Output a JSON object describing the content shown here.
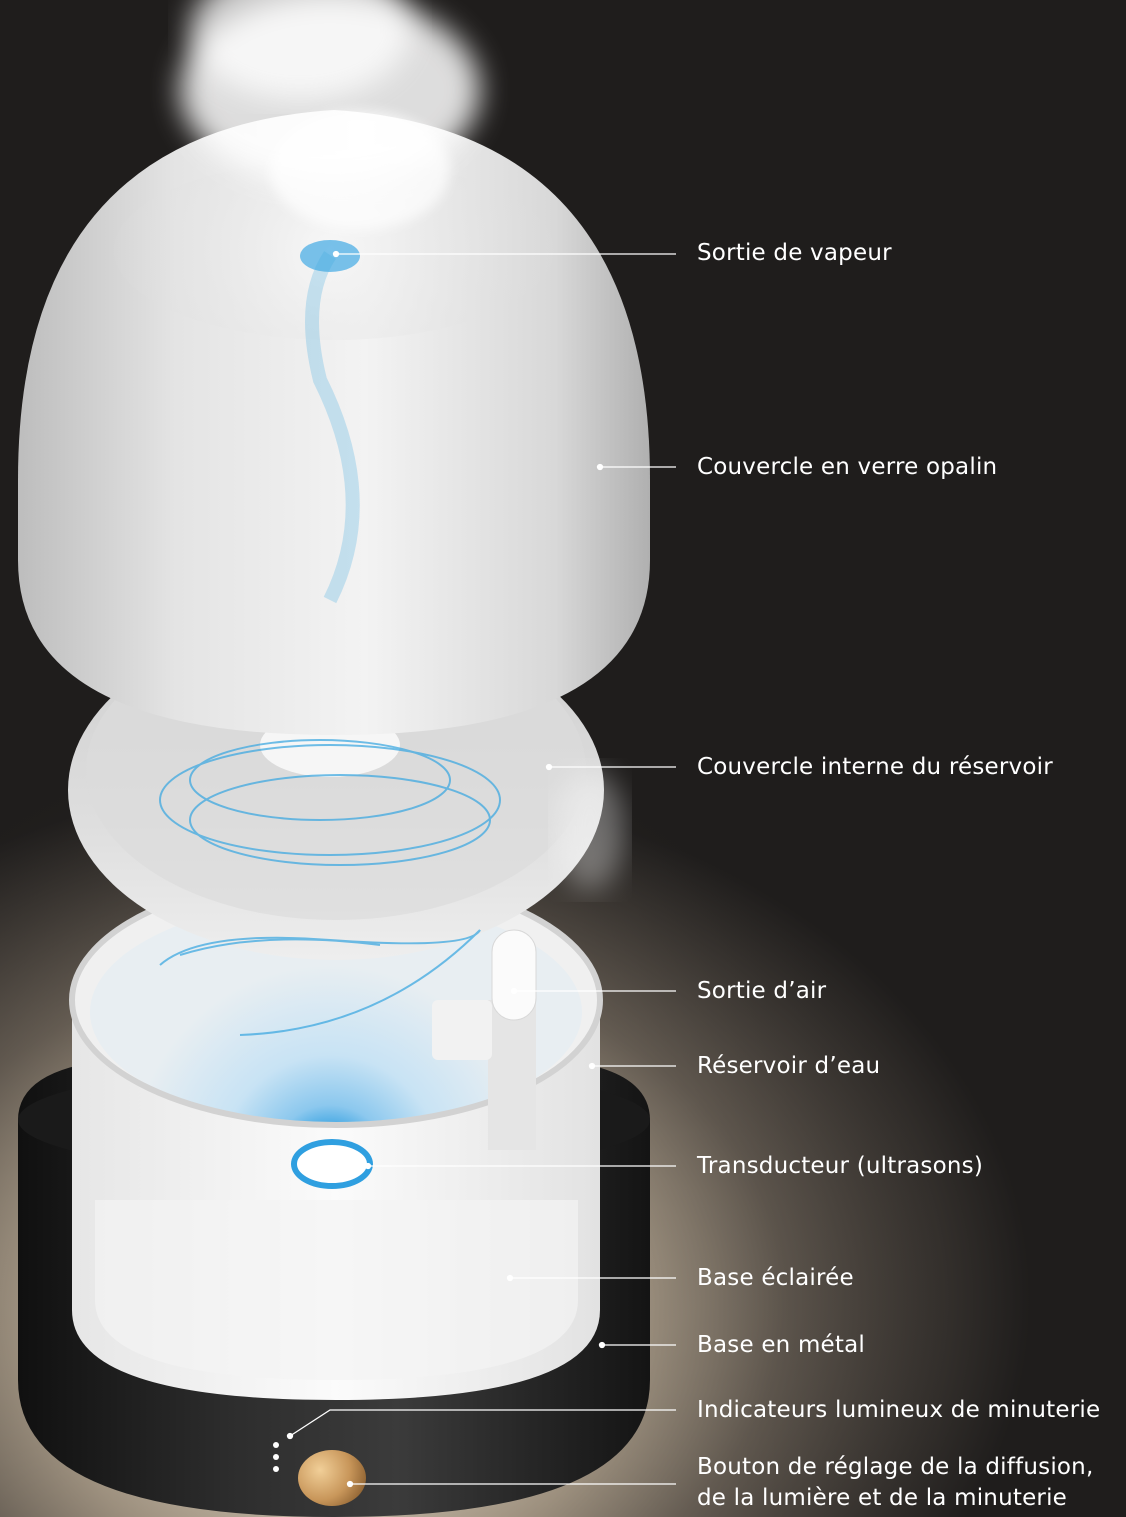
{
  "labels": {
    "steam_outlet": "Sortie de vapeur",
    "opal_glass_cover": "Couvercle en verre opalin",
    "inner_tank_lid": "Couvercle interne du réservoir",
    "air_outlet": "Sortie d’air",
    "water_tank": "Réservoir d’eau",
    "transducer": "Transducteur (ultrasons)",
    "lit_base": "Base éclairée",
    "metal_base": "Base en métal",
    "timer_lights": "Indicateurs lumineux de minuterie",
    "control_button_line1": "Bouton de réglage de la diffusion,",
    "control_button_line2": "de la lumière et de la minuterie"
  },
  "colors": {
    "background": "#1c1b1b",
    "glow": "#e9dfd0",
    "mist_blue": "#3fa9e0",
    "label_text": "#ffffff",
    "leader_line": "#ffffff",
    "metal_base": "#242424",
    "button_gold": "#c8965a"
  }
}
